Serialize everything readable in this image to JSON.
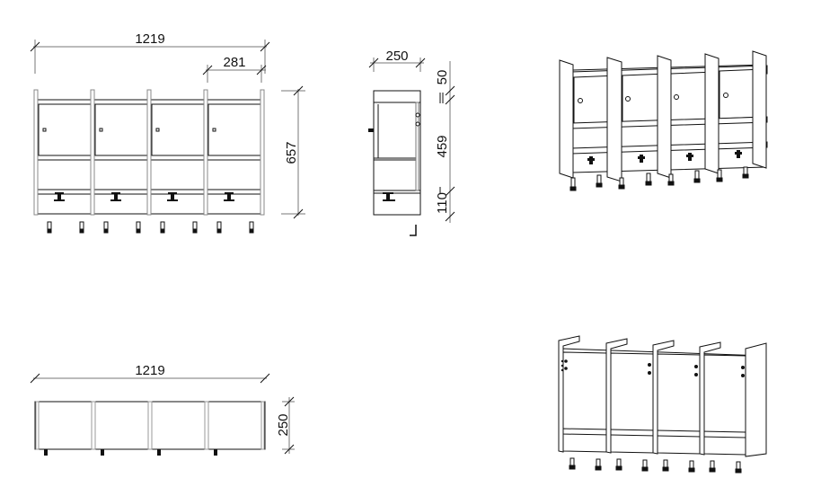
{
  "drawing": {
    "subject": "Wall-mounted 4-section locker unit with doors and coat hooks",
    "units": "mm"
  },
  "views": {
    "front": {
      "label": "front-elevation",
      "overall_width": "1219",
      "section_width": "281",
      "overall_height": "657",
      "sections": 4
    },
    "side": {
      "label": "side-elevation",
      "depth": "250",
      "top_height": "50",
      "middle_height": "459",
      "bottom_height": "110"
    },
    "plan": {
      "label": "top-plan",
      "overall_width": "1219",
      "depth": "250"
    },
    "iso_front": {
      "label": "isometric-front-view"
    },
    "iso_back": {
      "label": "isometric-back-view"
    }
  },
  "colors": {
    "line": "#111111",
    "dim_line": "#777777",
    "panel_edge": "#9a9a9a",
    "fill": "#ffffff",
    "hook": "#111111"
  }
}
